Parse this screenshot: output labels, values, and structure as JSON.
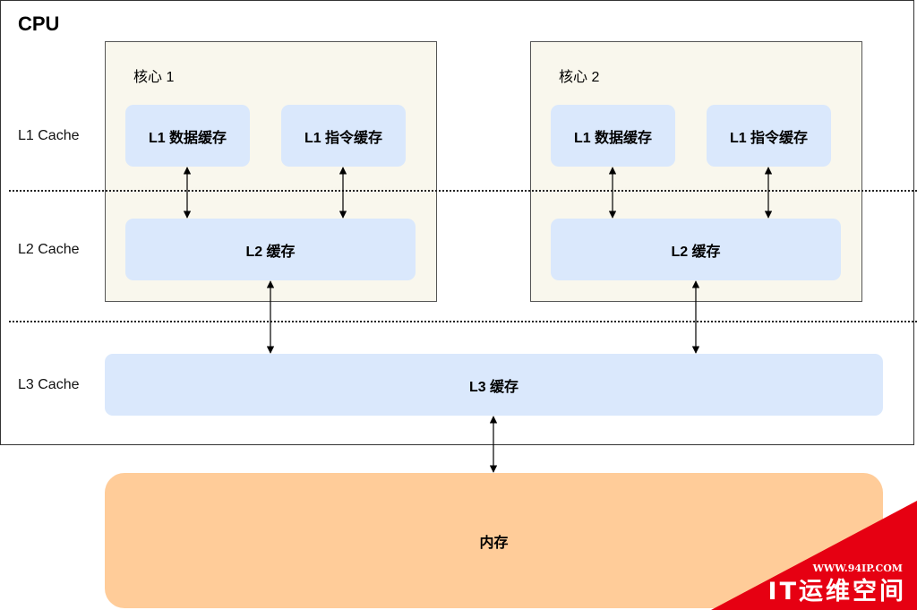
{
  "cpu": {
    "title": "CPU"
  },
  "levels": {
    "l1": "L1 Cache",
    "l2": "L2 Cache",
    "l3": "L3 Cache"
  },
  "cores": [
    {
      "label": "核心 1",
      "l1_data": "L1 数据缓存",
      "l1_inst": "L1 指令缓存",
      "l2": "L2 缓存"
    },
    {
      "label": "核心 2",
      "l1_data": "L1 数据缓存",
      "l1_inst": "L1 指令缓存",
      "l2": "L2 缓存"
    }
  ],
  "l3": "L3 缓存",
  "memory": "内存",
  "watermark": {
    "url": "WWW.94IP.COM",
    "name": "IT运维空间"
  },
  "colors": {
    "cache": "#dae8fc",
    "core": "#f9f7ed",
    "memory": "#ffcc99",
    "watermark": "#e60012"
  }
}
